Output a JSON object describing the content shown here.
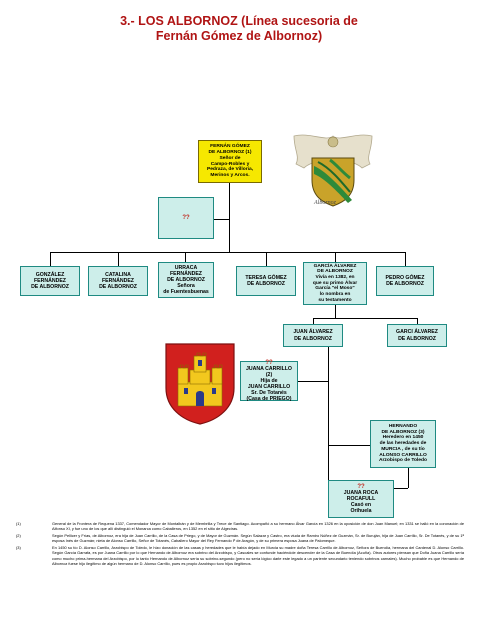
{
  "title_line1": "3.- LOS ALBORNOZ (Línea sucesoria de",
  "title_line2": "Fernán Gómez de Albornoz)",
  "crest_label": "Albornoz",
  "colors": {
    "title": "#b01414",
    "box_fill": "#cdeeea",
    "highlight_fill": "#f6e800",
    "question": "#c0281e"
  },
  "icons": [
    "albornoz-coat-of-arms-icon",
    "castile-castle-shield-icon"
  ],
  "boxes": {
    "fernan": "FERNÁN GÓMEZ\nDE ALBORNOZ (1)\nSeñor de\nCampo-Robles y\nPedraza, de Villoria,\nMerinos y Arcos.",
    "spouse": "??",
    "gonzalez": "GONZÁLEZ\nFERNÁNDEZ\nDE ALBORNOZ",
    "catalina": "CATALINA\nFERNÁNDEZ\nDE ALBORNOZ",
    "urraca": "URRACA\nFERNÁNDEZ\nDE ALBORNOZ\nSeñora\nde Fuentesbuenas",
    "teresa": "TERESA GÓMEZ\nDE ALBORNOZ",
    "garcia": "GARCÍA ÁLVAREZ\nDE ALBORNOZ\nVivía en 1382, en\nque su primo Álvar\nGarcía \"el Moso\"\nlo nombra en\nsu testamento",
    "pedro": "PEDRO GÓMEZ\nDE ALBORNOZ",
    "juan": "JUAN ÁLVAREZ\nDE ALBORNOZ",
    "garci": "GARCI ÁLVAREZ\nDE ALBORNOZ",
    "juana_q": "??",
    "juana": "JUANA CARRILLO (2)\nHija de\nJUAN CARRILLO\nSr. De Totanés\n(Casa de PRIEGO)",
    "hernando": "HERNANDO\nDE ALBORNOZ (3)\nHeredero en 1450\nde las heredades de\nMURCIA , de su tío\nALONSO CARRILLO\nArzobispo de Toledo",
    "roca_q": "??",
    "roca": "JUANA ROCA\nROCAFULL\nCasó en\nOrihuela"
  },
  "notes": [
    {
      "num": "(1)",
      "text": "General de la Frontera de Requena 1337, Comendador Mayor de Montalbán y de Membrilla y Trece de Santiago. Acompañó a su hermano Álvar García en 1326 en la oposición de don Juan Manuel; en 1331 se halló en la coronación de Alfonso XI, y fue uno de los que allí distinguió el Monarca como Caballeros, en 1352 en el sitio de Algeciras."
    },
    {
      "num": "(2)",
      "text": "Según Pellicer y Frías, de Albornoz, era hija de Juan Carrillo, de la Casa de Priego, y de Mayor de Guzmán. Según Salazar y Castro, era viuda de Ramiro Núñez de Guzmán, Sr. de Buruján, hija de Juan Carrillo, Sr. De Totanés, y de su 1ª esposa Inés de Guzmán; nieta de Alonso Carrillo, Señor de Totanés, Caballero Mayor del Rey Fernando Iº de Aragón, y de su primera esposa Juana de Palomeque."
    },
    {
      "num": "(3)",
      "text": "En 1450 su tío D. Alonso Carrillo, Arzobispo de Toledo, le hizo donación de las casas y heredades que le había dejado en Murcia su madre doña Teresa Carrillo de Albornoz, Señora de Buendía, hermana del Cardenal D. Alonso Carrillo. Según García Garrafa, es por Juana Carrillo por lo que Hernando de Albornoz era sobrino del Arzobispo, y Cascales se confunde haciéndole descender de la Casa de Buendía (Acuña). Otros autores piensan que Doña Juana Carrillo sería como mucho prima-hermana del Arzobispo, por lo tanto Hernando de Albornoz sería su sobrino-segundo (pero no sería lógico darle este legado a un pariente secundario teniendo sobrinos carnales). Mucho probable es que Hernando de Albornoz fuese hijo ilegítimo de algún hermano de D. Alonso Carrillo, pues es propio Arzobispo tuvo hijos ilegítimos."
    }
  ]
}
